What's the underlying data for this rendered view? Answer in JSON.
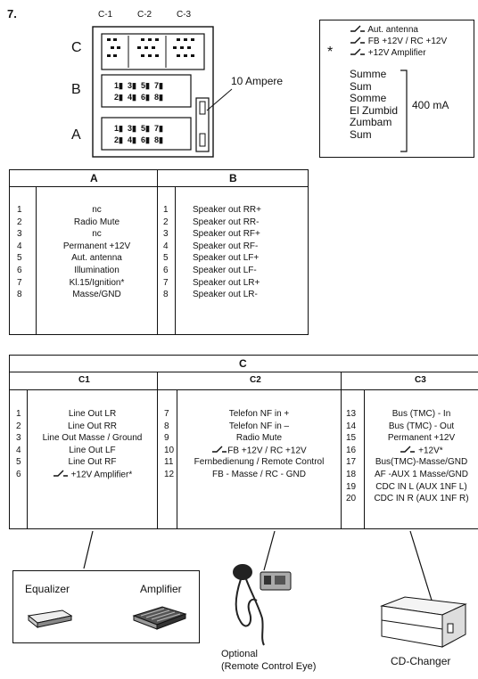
{
  "figure_number": "7.",
  "connector": {
    "column_labels": [
      "C-1",
      "C-2",
      "C-3"
    ],
    "row_labels": [
      "C",
      "B",
      "A"
    ],
    "fuse_label": "10 Ampere",
    "pins_top": [
      "1",
      "3",
      "5",
      "7"
    ],
    "pins_bottom": [
      "2",
      "4",
      "6",
      "8"
    ]
  },
  "legend": {
    "asterisk": "*",
    "items": [
      "Aut. antenna",
      "FB +12V  / RC +12V",
      "+12V Amplifier"
    ],
    "sum_words": [
      "Summe",
      "Sum",
      "Somme",
      "El Zumbid",
      "Zumbam",
      "Sum"
    ],
    "current": "400 mA"
  },
  "table_ab": {
    "header_a": "A",
    "header_b": "B",
    "numbers": [
      "1",
      "2",
      "3",
      "4",
      "5",
      "6",
      "7",
      "8"
    ],
    "a_rows": [
      "nc",
      "Radio Mute",
      "nc",
      "Permanent +12V",
      "Aut. antenna",
      "Illumination",
      "Kl.15/Ignition*",
      "Masse/GND"
    ],
    "b_rows": [
      "Speaker out RR+",
      "Speaker out RR-",
      "Speaker out RF+",
      "Speaker out RF-",
      "Speaker out LF+",
      "Speaker out LF-",
      "Speaker out LR+",
      "Speaker out LR-"
    ]
  },
  "table_c": {
    "header": "C",
    "sub_headers": [
      "C1",
      "C2",
      "C3"
    ],
    "c1_numbers": [
      "1",
      "2",
      "3",
      "4",
      "5",
      "6"
    ],
    "c1_rows": [
      "Line Out LR",
      "Line Out RR",
      "Line Out Masse / Ground",
      "Line Out LF",
      "Line Out RF",
      "+12V Amplifier*"
    ],
    "c2_numbers": [
      "7",
      "8",
      "9",
      "10",
      "11",
      "12"
    ],
    "c2_rows": [
      "Telefon NF in +",
      "Telefon NF in –",
      "Radio Mute",
      "FB +12V  / RC +12V",
      "Fernbedienung / Remote Control",
      "FB - Masse / RC - GND"
    ],
    "c3_numbers": [
      "13",
      "14",
      "15",
      "16",
      "17",
      "18",
      "19",
      "20"
    ],
    "c3_rows": [
      "Bus (TMC) - In",
      "Bus (TMC) - Out",
      "Permanent +12V",
      "+12V*",
      "Bus(TMC)-Masse/GND",
      "AF -AUX 1 Masse/GND",
      "CDC IN L (AUX 1NF L)",
      "CDC IN R (AUX 1NF R)"
    ]
  },
  "devices": {
    "equalizer": "Equalizer",
    "amplifier": "Amplifier",
    "optional_line1": "Optional",
    "optional_line2": "(Remote Control Eye)",
    "cd_changer": "CD-Changer"
  }
}
